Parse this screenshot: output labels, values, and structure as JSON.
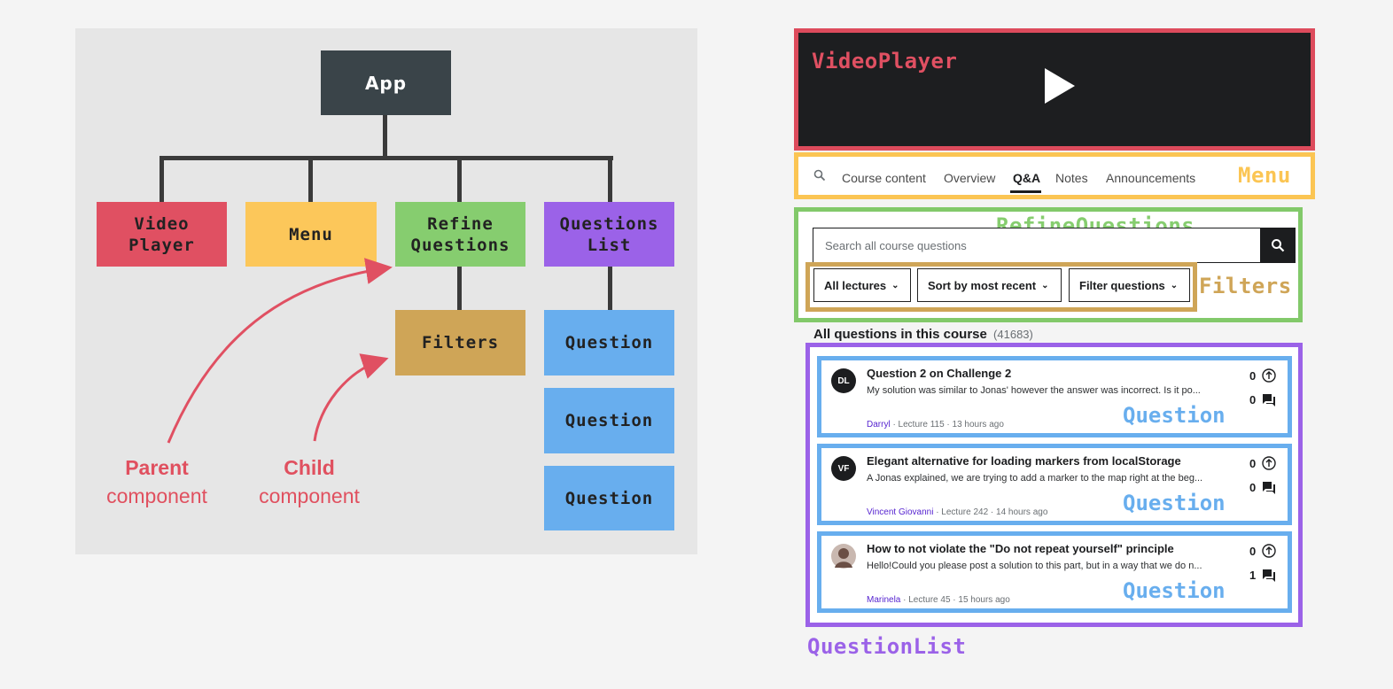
{
  "tree": {
    "app": "App",
    "video_player": "Video\nPlayer",
    "menu": "Menu",
    "refine_questions": "Refine\nQuestions",
    "questions_list": "Questions\nList",
    "filters": "Filters",
    "question_nodes": [
      "Question",
      "Question",
      "Question"
    ],
    "annotations": {
      "parent_title": "Parent",
      "parent_sub": "component",
      "child_title": "Child",
      "child_sub": "component"
    }
  },
  "colors": {
    "app": "#3a4449",
    "video_player": "#e05062",
    "menu": "#fcc75a",
    "refine": "#86cd6f",
    "filters": "#cfa557",
    "questions_list": "#9b62e8",
    "question": "#68aeee",
    "annotation": "#e05062"
  },
  "ui": {
    "video_label": "VideoPlayer",
    "menu_label": "Menu",
    "menu_items": [
      "Course content",
      "Overview",
      "Q&A",
      "Notes",
      "Announcements"
    ],
    "menu_active": "Q&A",
    "refine_label": "RefineQuestions",
    "search_placeholder": "Search all course questions",
    "filters_label": "Filters",
    "filter_dropdowns": [
      "All lectures",
      "Sort by most recent",
      "Filter questions"
    ],
    "all_questions_title": "All questions in this course",
    "all_questions_count": "(41683)",
    "question_label": "Question",
    "question_list_label": "QuestionList",
    "questions": [
      {
        "avatar": "DL",
        "title": "Question 2 on Challenge 2",
        "body": "My solution was similar to Jonas' however the answer was incorrect. Is it po...",
        "author": "Darryl",
        "meta": " · Lecture 115 · 13 hours ago",
        "upvotes": "0",
        "replies": "0"
      },
      {
        "avatar": "VF",
        "title": "Elegant alternative for loading markers from localStorage",
        "body": "A Jonas explained, we are trying to add a marker to the map right at the beg...",
        "author": "Vincent Giovanni",
        "meta": " · Lecture 242 · 14 hours ago",
        "upvotes": "0",
        "replies": "0"
      },
      {
        "avatar": "",
        "title": "How to not violate the \"Do not repeat yourself\" principle",
        "body": "Hello!Could you please post a solution to this part, but in a way that we do n...",
        "author": "Marinela",
        "meta": " · Lecture 45 · 15 hours ago",
        "upvotes": "0",
        "replies": "1"
      }
    ]
  }
}
